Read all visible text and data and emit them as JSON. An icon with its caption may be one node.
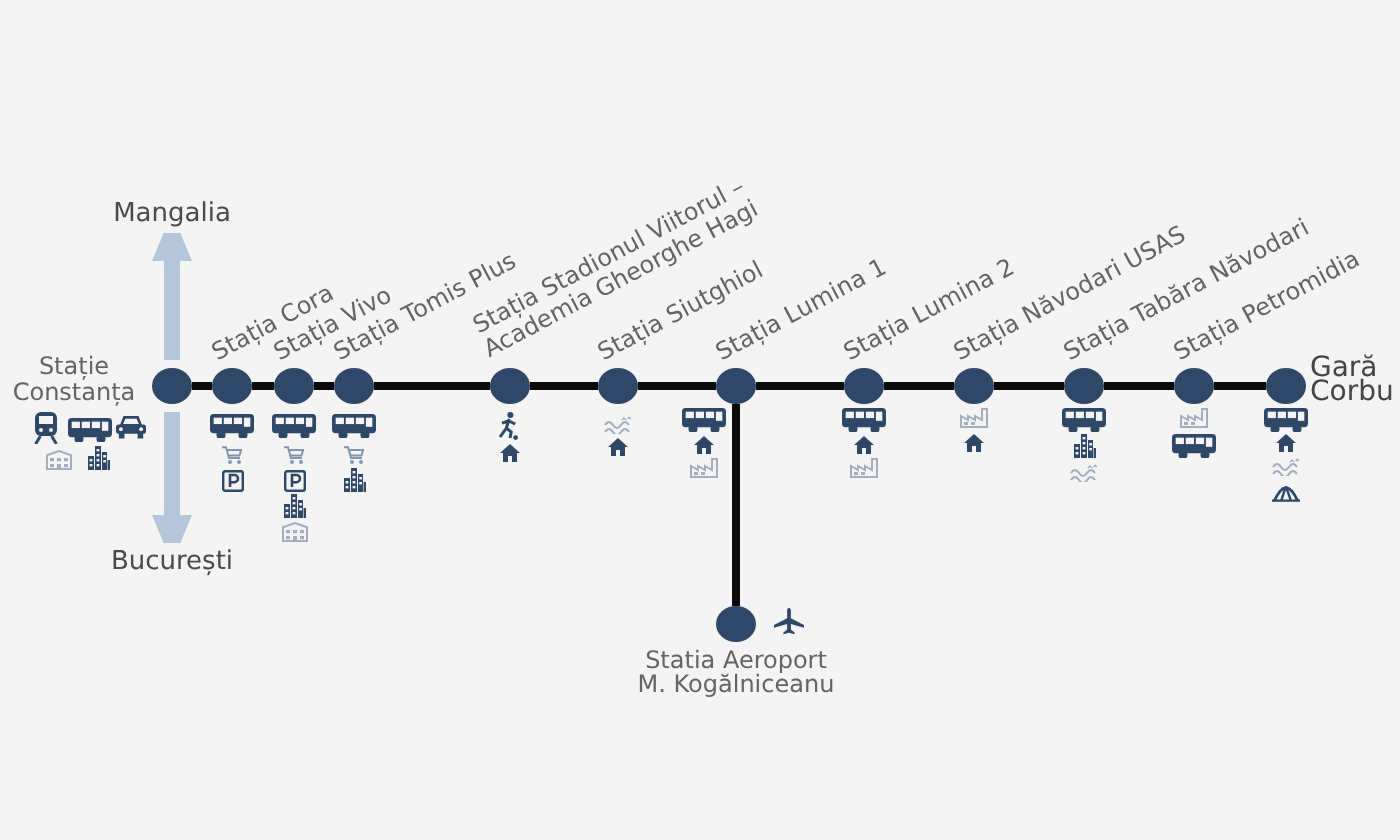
{
  "diagram": {
    "nodes": [
      {
        "text": [
          "Stație Constanța"
        ]
      },
      {
        "text": [
          "Stația Cora"
        ]
      },
      {
        "text": [
          "Stația Vivo"
        ]
      },
      {
        "text": [
          "Stația Tomis Plus"
        ]
      },
      {
        "text": [
          "Stația Stadionul Viitorul – Academia Gheorghe Hagi"
        ]
      },
      {
        "text": [
          "Stația Siutghiol"
        ]
      },
      {
        "text": [
          "Stația Lumina 1"
        ]
      },
      {
        "text": [
          "Stația Lumina 2"
        ]
      },
      {
        "text": [
          "Stația Năvodari USAS"
        ]
      },
      {
        "text": [
          "Stația Tabăra Năvodari"
        ]
      },
      {
        "text": [
          "Stația Petromidia"
        ]
      },
      {
        "text": [
          "Gară Corbu"
        ]
      },
      {
        "text": [
          "Statia Aeroport M. Kogălniceanu"
        ]
      },
      {
        "text": [
          "Mangalia"
        ]
      },
      {
        "text": [
          "București"
        ]
      }
    ],
    "edges": [
      {
        "from": 0,
        "to": 1,
        "arrow": "none"
      },
      {
        "from": 1,
        "to": 2,
        "arrow": "none"
      },
      {
        "from": 2,
        "to": 3,
        "arrow": "none"
      },
      {
        "from": 3,
        "to": 4,
        "arrow": "none"
      },
      {
        "from": 4,
        "to": 5,
        "arrow": "none"
      },
      {
        "from": 5,
        "to": 6,
        "arrow": "none"
      },
      {
        "from": 6,
        "to": 7,
        "arrow": "none"
      },
      {
        "from": 7,
        "to": 8,
        "arrow": "none"
      },
      {
        "from": 8,
        "to": 9,
        "arrow": "none"
      },
      {
        "from": 9,
        "to": 10,
        "arrow": "none"
      },
      {
        "from": 10,
        "to": 11,
        "arrow": "none"
      },
      {
        "from": 6,
        "to": 12,
        "arrow": "none"
      },
      {
        "from": 0,
        "to": 13,
        "arrow": "to",
        "style": "thick",
        "color": "#b4c6dc"
      },
      {
        "from": 0,
        "to": 14,
        "arrow": "to",
        "style": "thick",
        "color": "#b4c6dc"
      }
    ]
  }
}
